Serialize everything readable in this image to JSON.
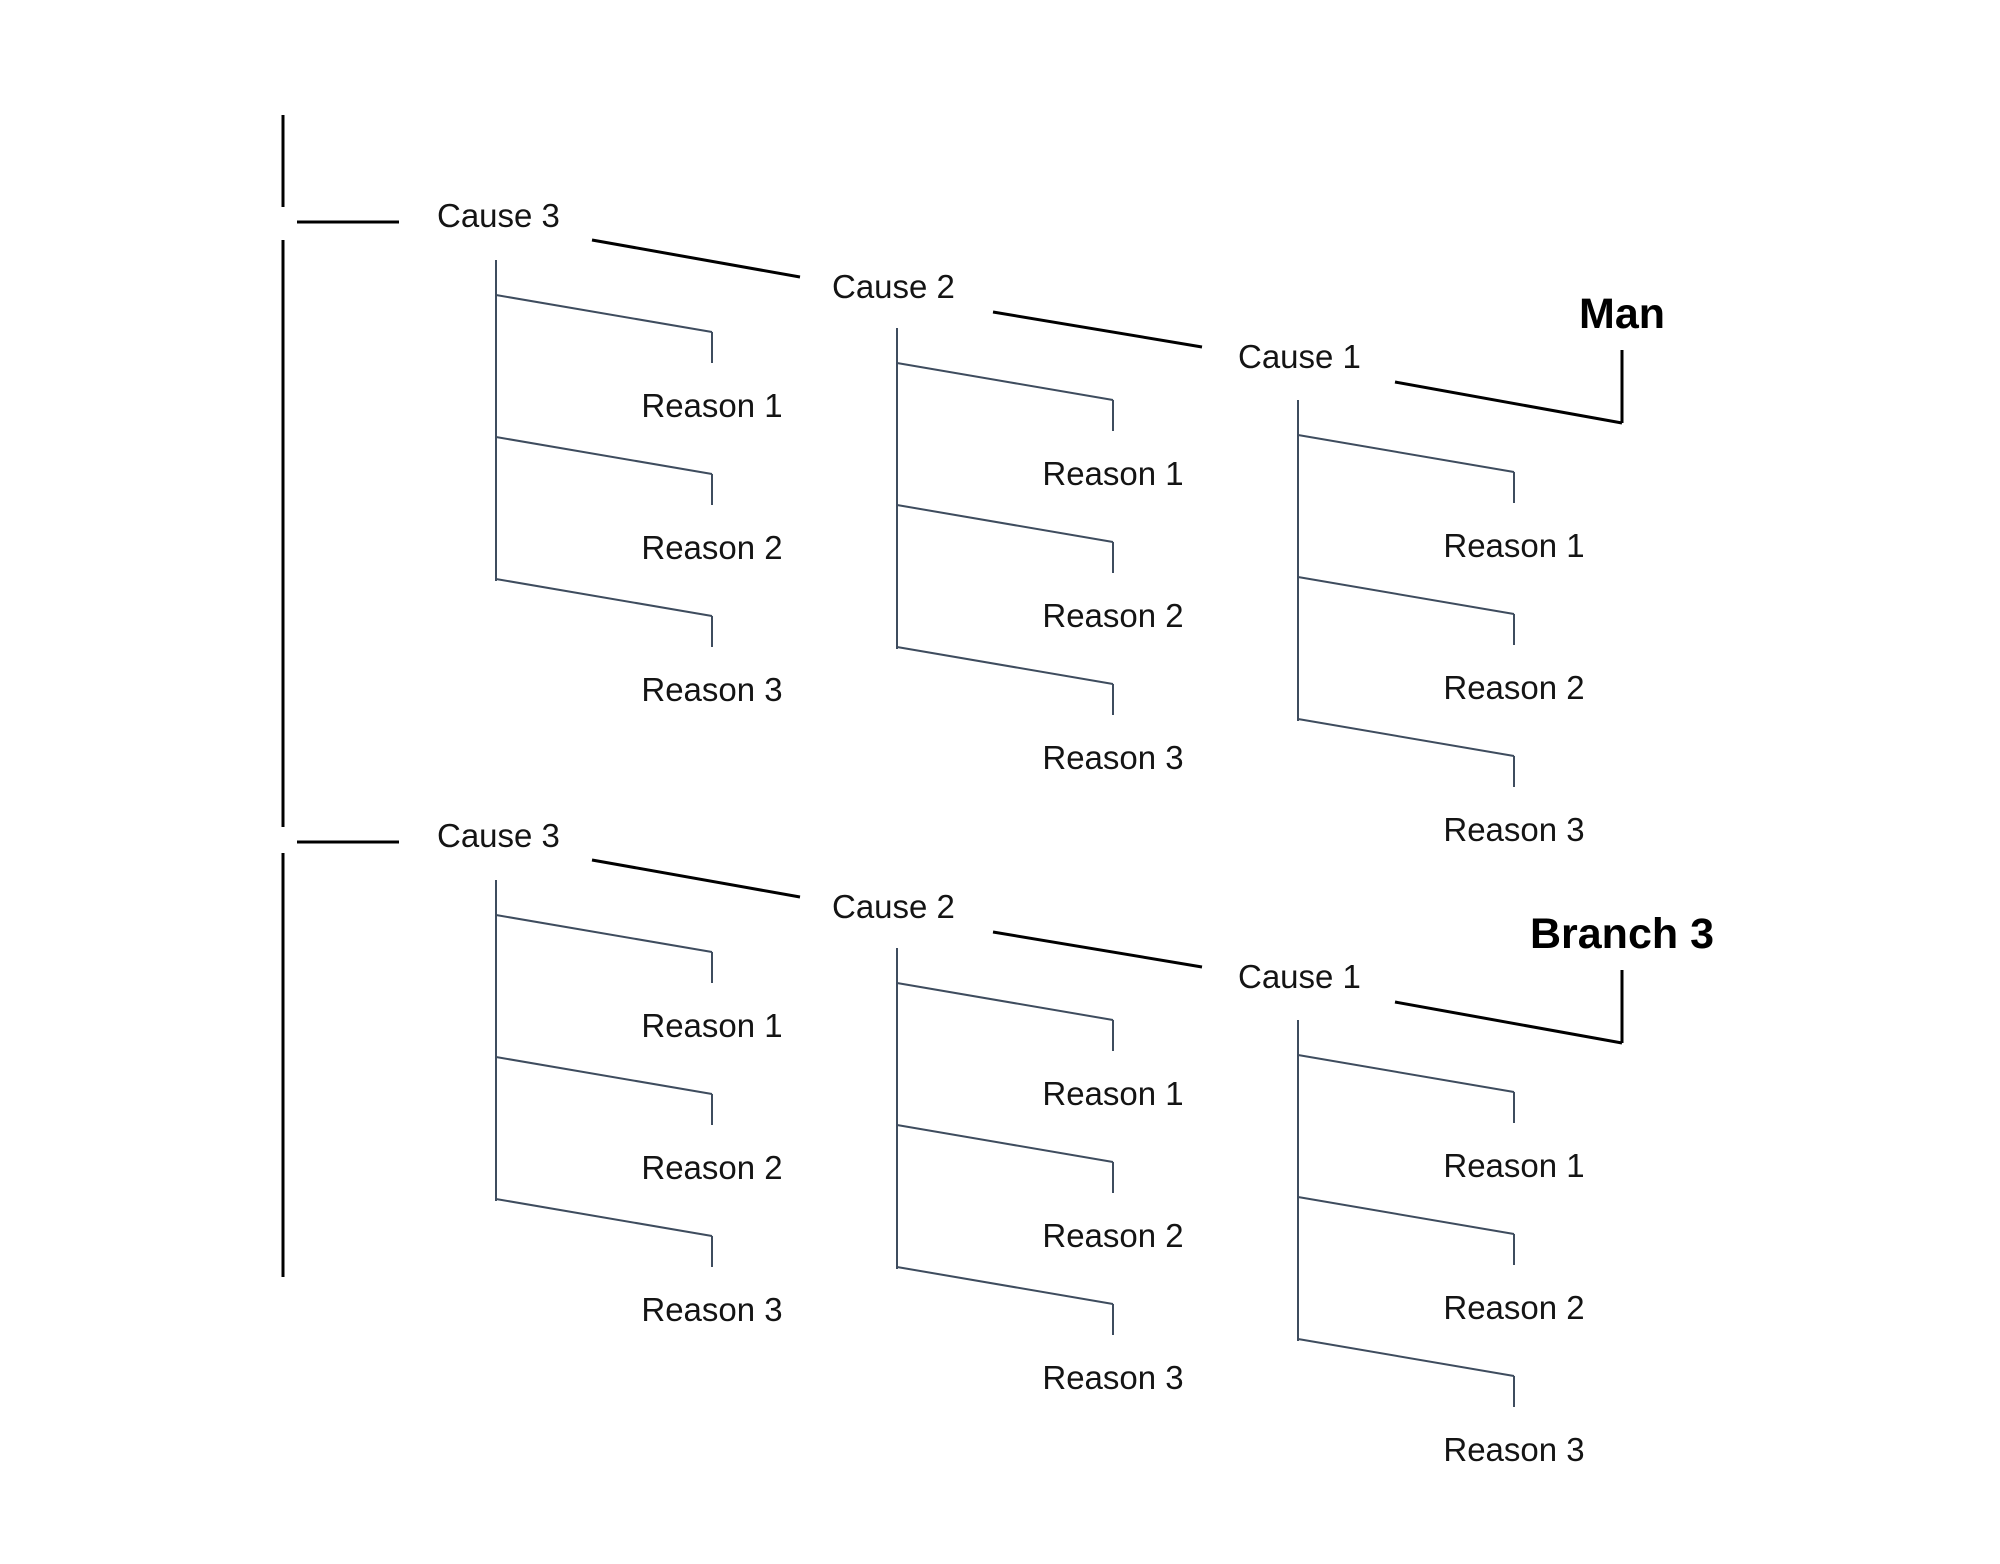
{
  "diagram": {
    "type": "fishbone-cause-diagram",
    "background": "#ffffff",
    "colors": {
      "primary_line": "#000000",
      "secondary_line": "#3e4c5e",
      "text": "#141414"
    },
    "sections": [
      {
        "branch_label": "Man",
        "causes": [
          {
            "label": "Cause 3",
            "reasons": [
              "Reason 1",
              "Reason 2",
              "Reason 3"
            ]
          },
          {
            "label": "Cause 2",
            "reasons": [
              "Reason 1",
              "Reason 2",
              "Reason 3"
            ]
          },
          {
            "label": "Cause 1",
            "reasons": [
              "Reason 1",
              "Reason 2",
              "Reason 3"
            ]
          }
        ]
      },
      {
        "branch_label": "Branch 3",
        "causes": [
          {
            "label": "Cause 3",
            "reasons": [
              "Reason 1",
              "Reason 2",
              "Reason 3"
            ]
          },
          {
            "label": "Cause 2",
            "reasons": [
              "Reason 1",
              "Reason 2",
              "Reason 3"
            ]
          },
          {
            "label": "Cause 1",
            "reasons": [
              "Reason 1",
              "Reason 2",
              "Reason 3"
            ]
          }
        ]
      }
    ]
  }
}
